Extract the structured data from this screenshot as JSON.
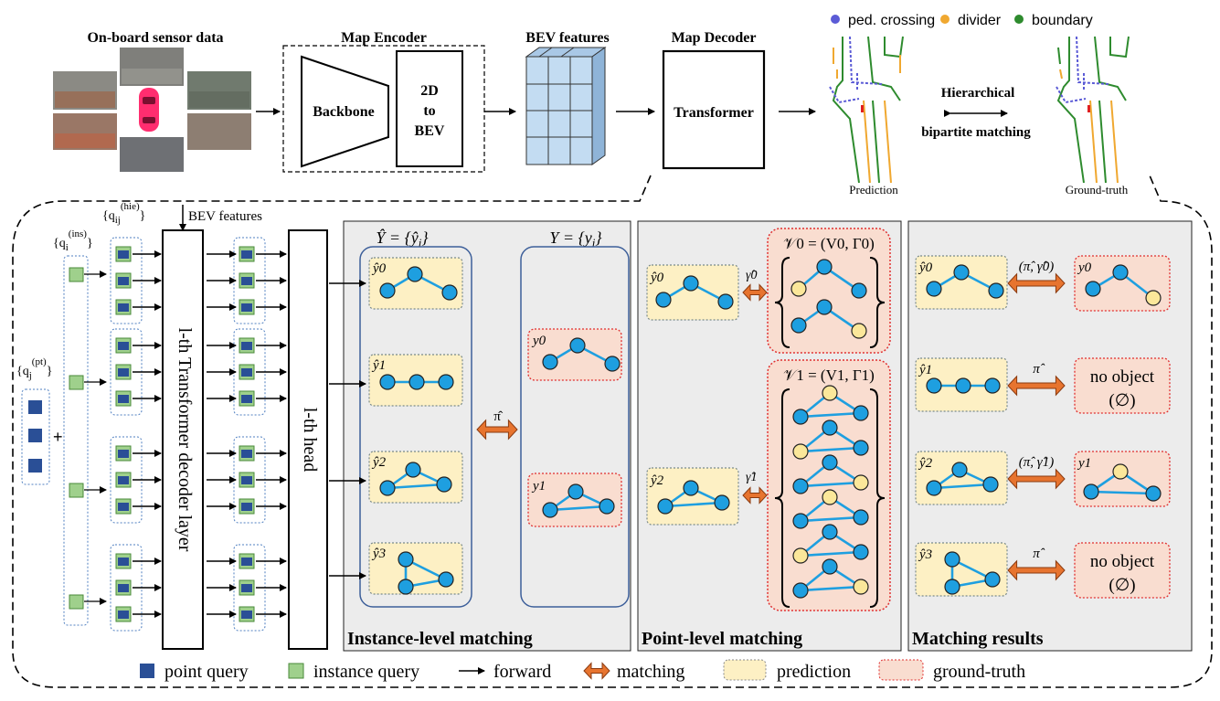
{
  "pipeline": {
    "sensor_title": "On-board sensor data",
    "encoder_title": "Map Encoder",
    "backbone": "Backbone",
    "to_bev": [
      "2D",
      "to",
      "BEV"
    ],
    "bev_title": "BEV features",
    "decoder_title": "Map Decoder",
    "transformer": "Transformer",
    "legend_top": [
      "ped. crossing",
      "divider",
      "boundary"
    ],
    "legend_top_colors": [
      "#5b5bd6",
      "#f0a830",
      "#2e8b2e"
    ],
    "hier_lines": [
      "Hierarchical",
      "bipartite matching"
    ],
    "prediction_caption": "Prediction",
    "gt_caption": "Ground-truth"
  },
  "detail": {
    "bev_features_label": "BEV features",
    "ins_sym": "{q",
    "ins_sub": "i",
    "ins_sup": "(ins)",
    "hie_sym": "{q",
    "hie_sub": "ij",
    "hie_sup": "(hie)",
    "pt_sym": "{q",
    "pt_sub": "j",
    "pt_sup": "(pt)",
    "close": "}",
    "plus": "+",
    "decoder_layer": "l-th Transformer decoder layer",
    "head": "l-th head"
  },
  "instance_panel": {
    "title": "Instance-level matching",
    "pred_set": "Ŷ = {ŷ",
    "pred_set_sub": "i",
    "gt_set": "Y = {y",
    "gt_set_sub": "i",
    "close": "}",
    "preds": [
      "ŷ0",
      "ŷ1",
      "ŷ2",
      "ŷ3"
    ],
    "gts": [
      "y0",
      "y1"
    ],
    "pi": "π̂"
  },
  "point_panel": {
    "title": "Point-level matching",
    "v0": "𝒱0 = (V0, Γ0)",
    "v1": "𝒱1 = (V1, Γ1)",
    "preds": [
      "ŷ0",
      "ŷ2"
    ],
    "gammas": [
      "γ̂0",
      "γ̂1"
    ]
  },
  "results_panel": {
    "title": "Matching results",
    "preds": [
      "ŷ0",
      "ŷ1",
      "ŷ2",
      "ŷ3"
    ],
    "match_labels": [
      "(π̂, γ̂0)",
      "π̂",
      "(π̂, γ̂1)",
      "π̂"
    ],
    "gt_labels": [
      "y0",
      "",
      "y1",
      ""
    ],
    "no_object": "no object",
    "empty": "(∅)"
  },
  "legend": {
    "point_query": "point query",
    "instance_query": "instance query",
    "forward": "forward",
    "matching": "matching",
    "prediction": "prediction",
    "ground_truth": "ground-truth"
  },
  "colors": {
    "point_query": "#2a4f96",
    "instance_query": "#9fd08c",
    "prediction_fill": "#fdf0c4",
    "gt_fill": "#f9ddd0",
    "gt_border": "#e03030",
    "node": "#1e9fe0",
    "node_yellow": "#fbe79a",
    "match_arrow": "#e7742f",
    "panel_bg": "#ececec",
    "bev_cell": "#c3dcf2"
  }
}
